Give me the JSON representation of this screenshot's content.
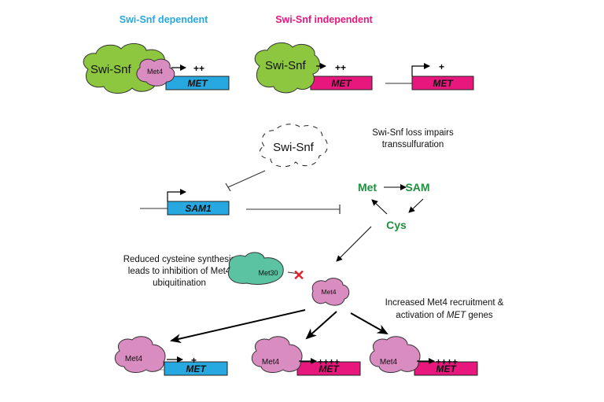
{
  "headers": {
    "dependent": "Swi-Snf dependent",
    "independent": "Swi-Snf independent"
  },
  "colors": {
    "blue": "#27a8e0",
    "magenta": "#e8177d",
    "cloud_green": "#8dc63f",
    "met4_pink": "#d98cc0",
    "met30_teal": "#5bc2a2",
    "metabolite_green": "#1e8f3e",
    "inhibit_x": "#e5202b"
  },
  "labels": {
    "swisnf": "Swi-Snf",
    "met4": "Met4",
    "met30": "Met30",
    "met_gene": "MET",
    "sam1_gene": "SAM1",
    "met": "Met",
    "sam": "SAM",
    "cys": "Cys"
  },
  "levels": {
    "top_dep": "++",
    "top_indep_bound": "++",
    "top_indep_free": "+",
    "bottom_1": "+",
    "bottom_2": "++++",
    "bottom_3": "++++"
  },
  "notes": {
    "loss_line1": "Swi-Snf loss impairs",
    "loss_line2": "transsulfuration",
    "reduced_line1": "Reduced cysteine synthesis",
    "reduced_line2": "leads to inhibition of Met4",
    "reduced_line3": "ubiquitination",
    "increased_line1": "Increased Met4 recruitment &",
    "increased_line2a": "activation of ",
    "increased_line2b": "MET",
    "increased_line2c": " genes",
    "inhibit_mark": "✕"
  }
}
